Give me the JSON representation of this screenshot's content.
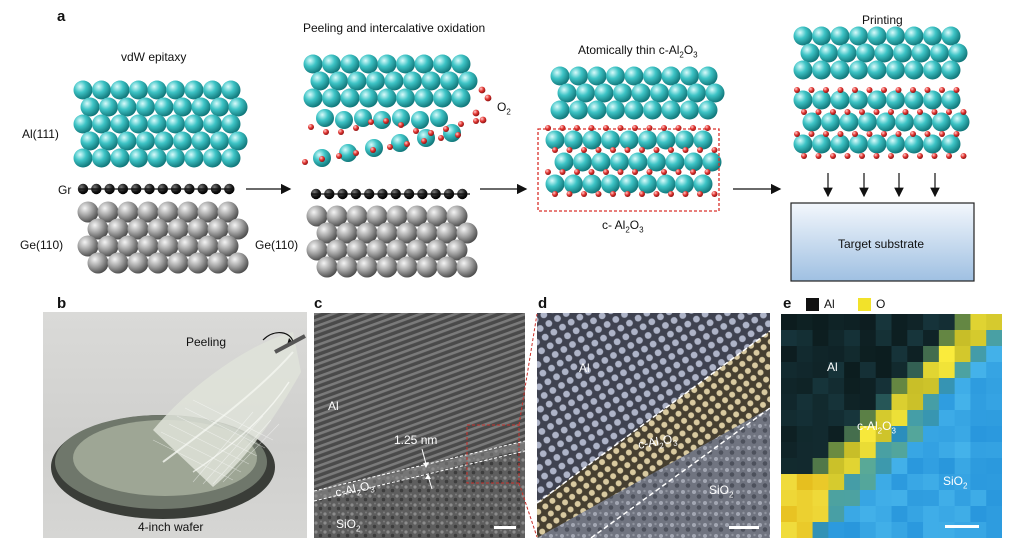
{
  "panel_a": {
    "letter": "a",
    "step1": {
      "title": "vdW epitaxy",
      "metal_label": "Al(111)",
      "graphene_label": "Gr",
      "substrate_label": "Ge(110)"
    },
    "step2": {
      "title": "Peeling and intercalative oxidation",
      "substrate_label": "Ge(110)",
      "oxygen_label": "O",
      "oxygen_sub": "2"
    },
    "step3": {
      "title_pre": "Atomically thin c-Al",
      "title_sub1": "2",
      "title_mid": "O",
      "title_sub2": "3",
      "box_label_pre": "c- Al",
      "box_sub1": "2",
      "box_mid": "O",
      "box_sub2": "3"
    },
    "step4": {
      "title": "Printing",
      "substrate_label": "Target substrate"
    }
  },
  "panel_b": {
    "letter": "b",
    "peeling_label": "Peeling",
    "wafer_label": "4-inch wafer"
  },
  "panel_c": {
    "letter": "c",
    "al_label": "Al",
    "thickness_label": "1.25 nm",
    "oxide_pre": "c-Al",
    "oxide_sub1": "2",
    "oxide_mid": "O",
    "oxide_sub2": "3",
    "sio_pre": "SiO",
    "sio_sub": "2"
  },
  "panel_d": {
    "letter": "d",
    "al_label": "Al",
    "oxide_pre": "c-Al",
    "oxide_sub1": "2",
    "oxide_mid": "O",
    "oxide_sub2": "3",
    "sio_pre": "SiO",
    "sio_sub": "2"
  },
  "panel_e": {
    "letter": "e",
    "legend_al": "Al",
    "legend_o": "O",
    "al_label": "Al",
    "oxide_pre": "c-Al",
    "oxide_sub1": "2",
    "oxide_mid": "O",
    "oxide_sub2": "3",
    "sio_pre": "SiO",
    "sio_sub": "2"
  },
  "colors": {
    "al_atom": "#2fb3b6",
    "o_atom": "#e53935",
    "c_atom": "#111111",
    "ge_atom": "#9a9a9a",
    "al_map": "#111111",
    "o_map": "#f2e22a",
    "oxide_box": "#d9302a",
    "target_substrate": "#c8dcef"
  }
}
